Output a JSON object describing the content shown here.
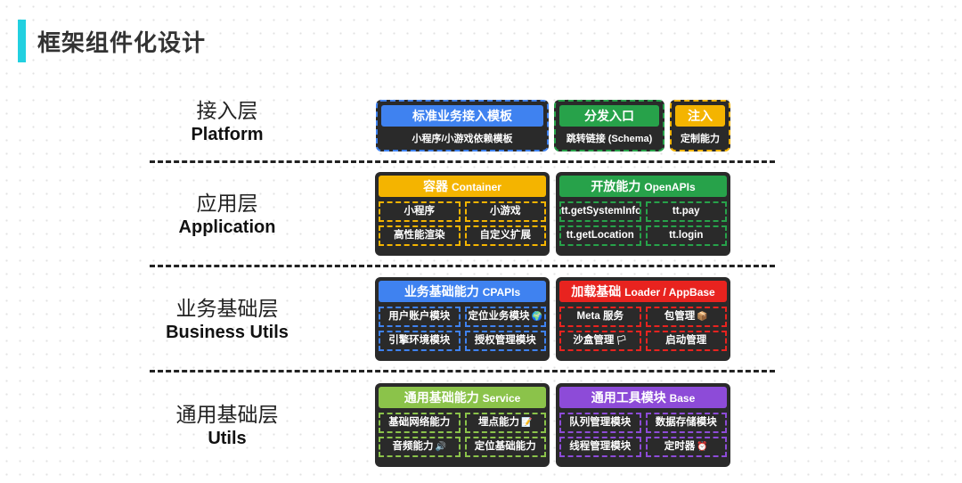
{
  "page_title": "框架组件化设计",
  "layers": {
    "platform": {
      "zh": "接入层",
      "en": "Platform"
    },
    "application": {
      "zh": "应用层",
      "en": "Application"
    },
    "business": {
      "zh": "业务基础层",
      "en": "Business Utils"
    },
    "utils": {
      "zh": "通用基础层",
      "en": "Utils"
    }
  },
  "platform_blocks": {
    "template": {
      "title": "标准业务接入模板",
      "sub": "小程序/小游戏依赖模板"
    },
    "entry": {
      "title": "分发入口",
      "sub": "跳转链接 (Schema)"
    },
    "inject": {
      "title": "注入",
      "sub": "定制能力"
    }
  },
  "application_blocks": {
    "container": {
      "title_zh": "容器",
      "title_en": "Container",
      "cells": [
        "小程序",
        "小游戏",
        "高性能渲染",
        "自定义扩展"
      ]
    },
    "openapi": {
      "title_zh": "开放能力",
      "title_en": "OpenAPIs",
      "cells": [
        "tt.getSystemInfo",
        "tt.pay",
        "tt.getLocation",
        "tt.login"
      ]
    }
  },
  "business_blocks": {
    "cpapi": {
      "title_zh": "业务基础能力",
      "title_en": "CPAPIs",
      "cells": [
        "用户账户模块",
        "定位业务模块",
        "引擎环境模块",
        "授权管理模块"
      ]
    },
    "loader": {
      "title_zh": "加载基础",
      "title_en": "Loader / AppBase",
      "cells": [
        "Meta 服务",
        "包管理",
        "沙盒管理",
        "启动管理"
      ]
    }
  },
  "utils_blocks": {
    "service": {
      "title_zh": "通用基础能力",
      "title_en": "Service",
      "cells": [
        "基础网络能力",
        "埋点能力",
        "音频能力",
        "定位基础能力"
      ]
    },
    "base": {
      "title_zh": "通用工具模块",
      "title_en": "Base",
      "cells": [
        "队列管理模块",
        "数据存储模块",
        "线程管理模块",
        "定时器"
      ]
    }
  },
  "emojis": {
    "globe": "🌍",
    "package": "📦",
    "flag": "🏳",
    "memo": "📝",
    "speaker": "🔊",
    "clock": "⏰"
  },
  "colors": {
    "blue": "#3f82f0",
    "green": "#27a24a",
    "yellow": "#f4b400",
    "red": "#e8231f",
    "lightgreen": "#8bc34a",
    "purple": "#8d4bd8",
    "cyan": "#22d0e0",
    "panel_bg": "#2a2a2a"
  }
}
